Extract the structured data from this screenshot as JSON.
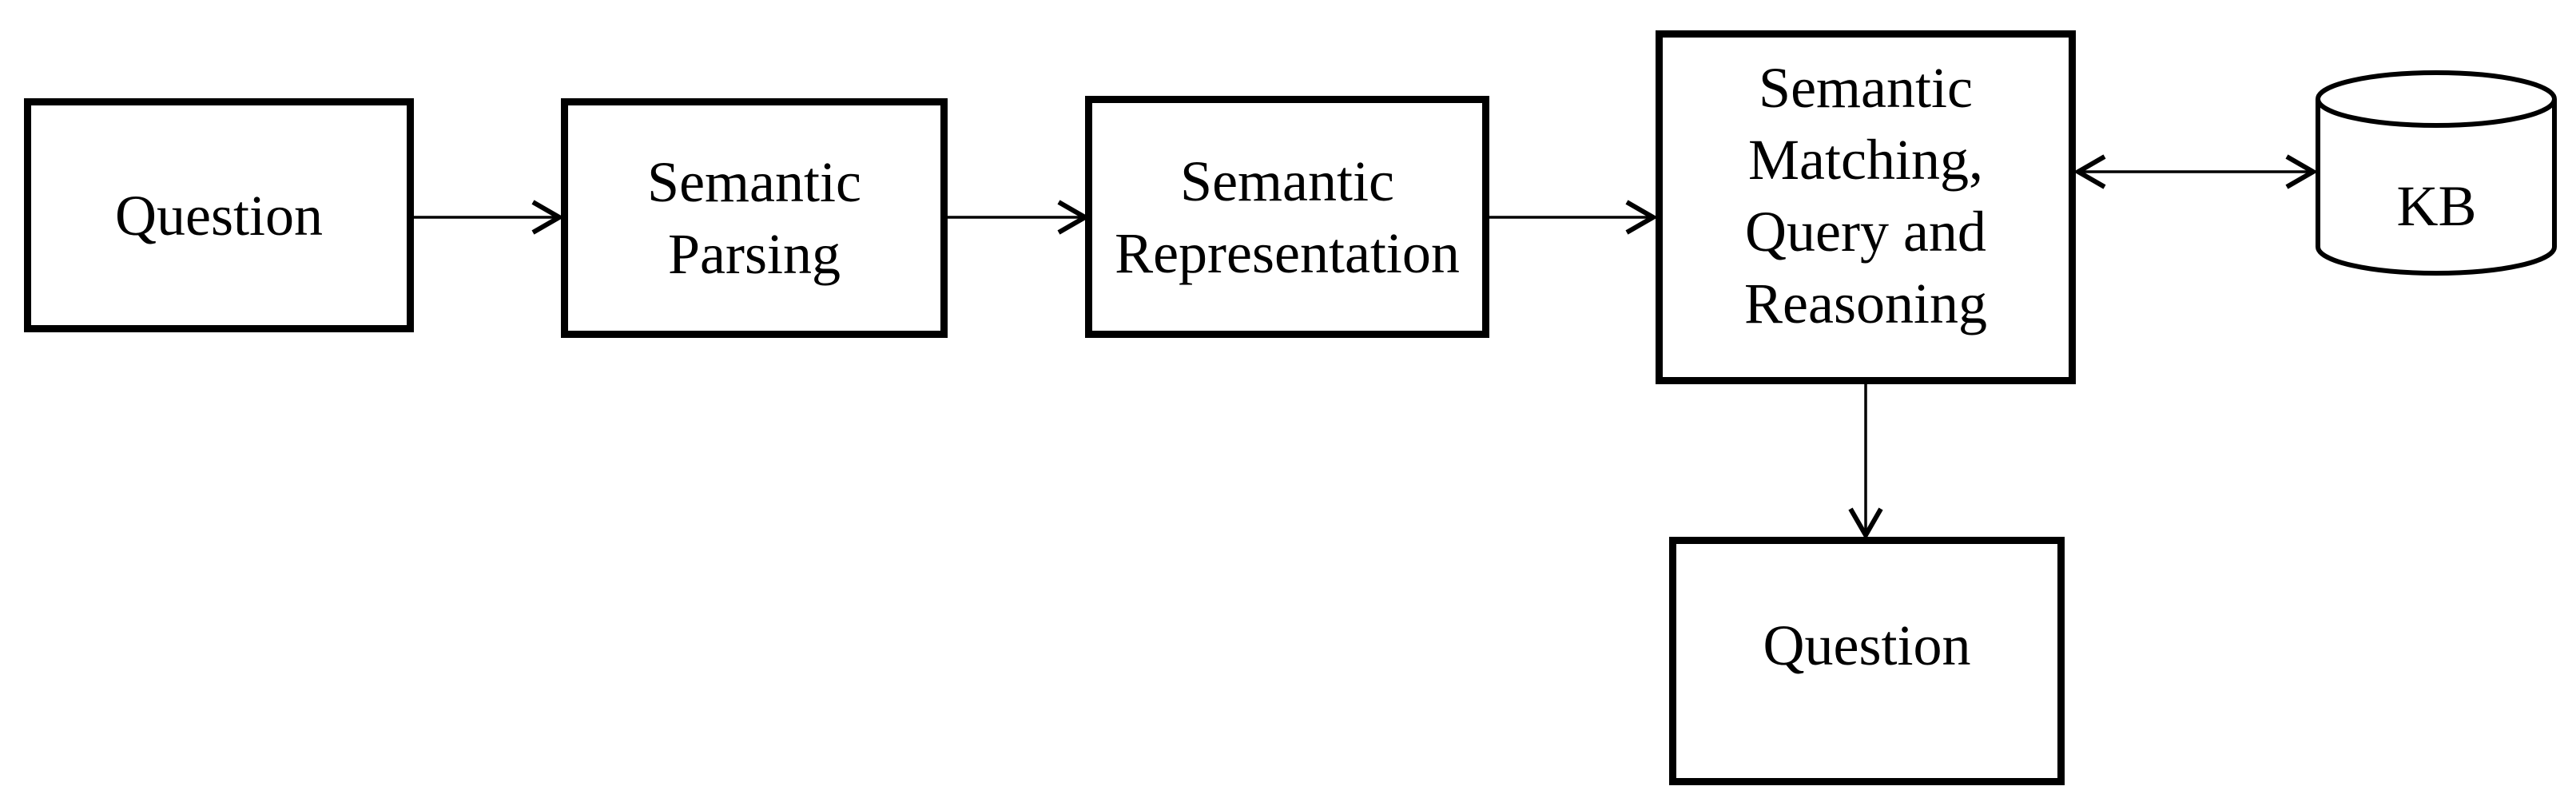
{
  "diagram": {
    "background_color": "#ffffff",
    "line_color": "#000000",
    "node_fill_color": "#ffffff",
    "nodes": {
      "question_input": {
        "shape": "rect",
        "label": "Question"
      },
      "semantic_parsing": {
        "shape": "rect",
        "lines": [
          "Semantic",
          "Parsing"
        ]
      },
      "semantic_representation": {
        "shape": "rect",
        "lines": [
          "Semantic",
          "Representation"
        ]
      },
      "semantic_matching": {
        "shape": "rect",
        "lines": [
          "Semantic",
          "Matching,",
          "Query and",
          "Reasoning"
        ]
      },
      "kb": {
        "shape": "cylinder",
        "label": "KB"
      },
      "question_output": {
        "shape": "rect",
        "label": "Question"
      }
    },
    "edges": [
      {
        "from": "question_input",
        "to": "semantic_parsing",
        "arrow": "single"
      },
      {
        "from": "semantic_parsing",
        "to": "semantic_representation",
        "arrow": "single"
      },
      {
        "from": "semantic_representation",
        "to": "semantic_matching",
        "arrow": "single"
      },
      {
        "from": "semantic_matching",
        "to": "kb",
        "arrow": "double"
      },
      {
        "from": "semantic_matching",
        "to": "question_output",
        "arrow": "single"
      }
    ]
  }
}
